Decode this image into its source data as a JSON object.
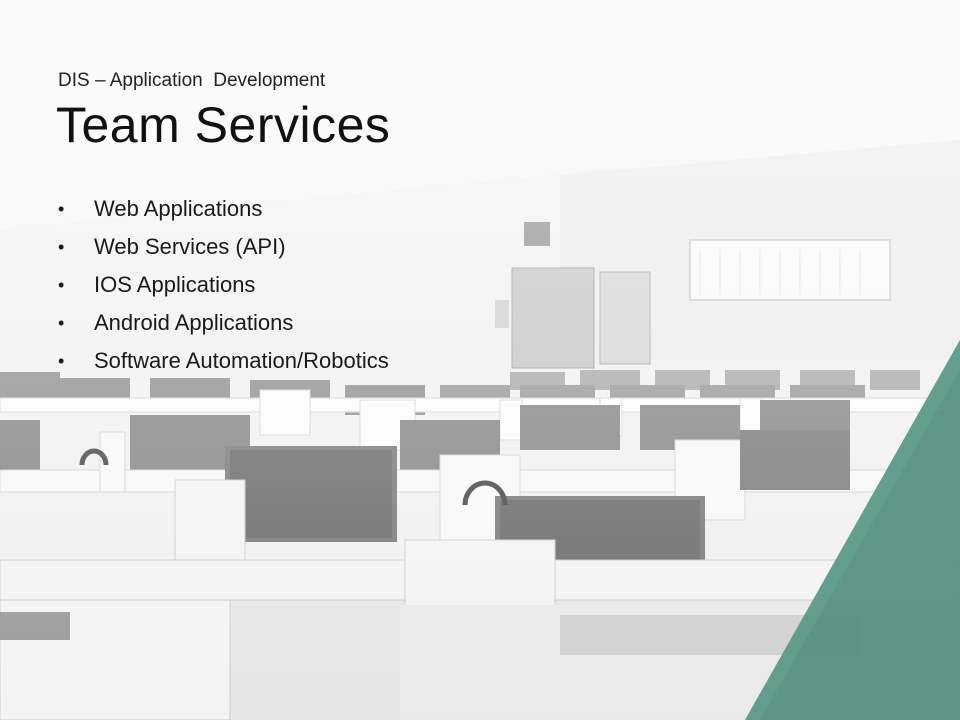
{
  "slide": {
    "subtitle": "DIS – Application  Development",
    "title": "Team Services",
    "bullet_symbol": "•",
    "bullets": [
      "Web Applications",
      "Web Services (API)",
      "IOS Applications",
      "Android Applications",
      "Software Automation/Robotics"
    ]
  },
  "colors": {
    "accent": "#4f8c7a",
    "background": "#eeeeee",
    "text": "#111111"
  },
  "background_image": "grayscale photo of computer lab with rows of desks and monitors"
}
